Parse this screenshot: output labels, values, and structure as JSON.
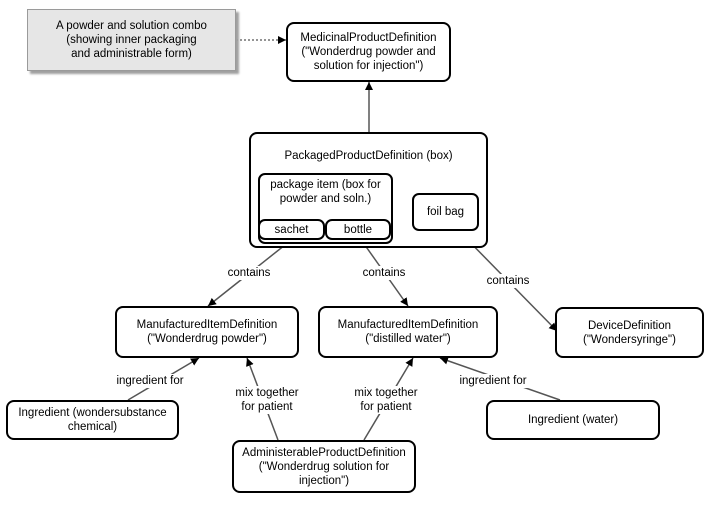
{
  "note": "A powder and solution combo\n(showing inner packaging\nand administrable form)",
  "nodes": {
    "medicinal_product": "MedicinalProductDefinition\n(\"Wonderdrug powder and\nsolution for injection\")",
    "packaged_product": "PackagedProductDefinition (box)",
    "package_item": "package item (box for\npowder and soln.)",
    "sachet": "sachet",
    "bottle": "bottle",
    "foil_bag": "foil bag",
    "manufactured_powder": "ManufacturedItemDefinition\n(\"Wonderdrug powder\")",
    "manufactured_water": "ManufacturedItemDefinition\n(\"distilled water\")",
    "device": "DeviceDefinition\n(\"Wondersyringe\")",
    "ingredient_chemical": "Ingredient (wondersubstance\nchemical)",
    "ingredient_water": "Ingredient (water)",
    "administerable_product": "AdministerableProductDefinition\n(\"Wonderdrug solution for\ninjection\")"
  },
  "edge_labels": {
    "contains_sachet": "contains",
    "contains_bottle": "contains",
    "contains_foil": "contains",
    "ingredient_for_chemical": "ingredient for",
    "ingredient_for_water": "ingredient for",
    "mix_powder": "mix together\nfor patient",
    "mix_water": "mix together\nfor patient"
  },
  "colors": {
    "line": "#555555",
    "note_fill": "#e6e6e6",
    "note_shadow": "#a0a0a0"
  }
}
